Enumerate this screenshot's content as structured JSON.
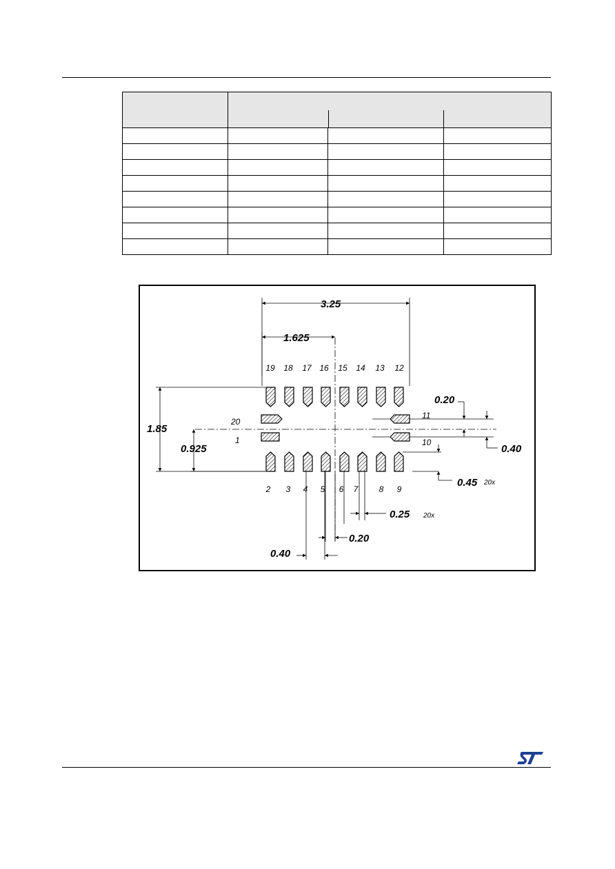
{
  "table": {
    "header": [
      "",
      "",
      "",
      ""
    ],
    "rows": [
      [
        "",
        "",
        "",
        ""
      ],
      [
        "",
        "",
        "",
        ""
      ],
      [
        "",
        "",
        "",
        ""
      ],
      [
        "",
        "",
        "",
        ""
      ],
      [
        "",
        "",
        "",
        ""
      ],
      [
        "",
        "",
        "",
        ""
      ],
      [
        "",
        "",
        "",
        ""
      ],
      [
        "",
        "",
        "",
        ""
      ]
    ]
  },
  "drawing": {
    "dims": {
      "width": "3.25",
      "half_width": "1.625",
      "height": "1.85",
      "half_height": "0.925",
      "pitch_right": "0.20",
      "side_gap": "0.40",
      "pad_length": "0.45",
      "pad_length_count": "20x",
      "pad_width": "0.25",
      "pad_width_count": "20x",
      "center_offset": "0.20",
      "pitch": "0.40"
    },
    "pins": {
      "p1": "1",
      "p2": "2",
      "p3": "3",
      "p4": "4",
      "p5": "5",
      "p6": "6",
      "p7": "7",
      "p8": "8",
      "p9": "9",
      "p10": "10",
      "p11": "11",
      "p12": "12",
      "p13": "13",
      "p14": "14",
      "p15": "15",
      "p16": "16",
      "p17": "17",
      "p18": "18",
      "p19": "19",
      "p20": "20"
    }
  },
  "logo": {
    "text": "ST"
  }
}
